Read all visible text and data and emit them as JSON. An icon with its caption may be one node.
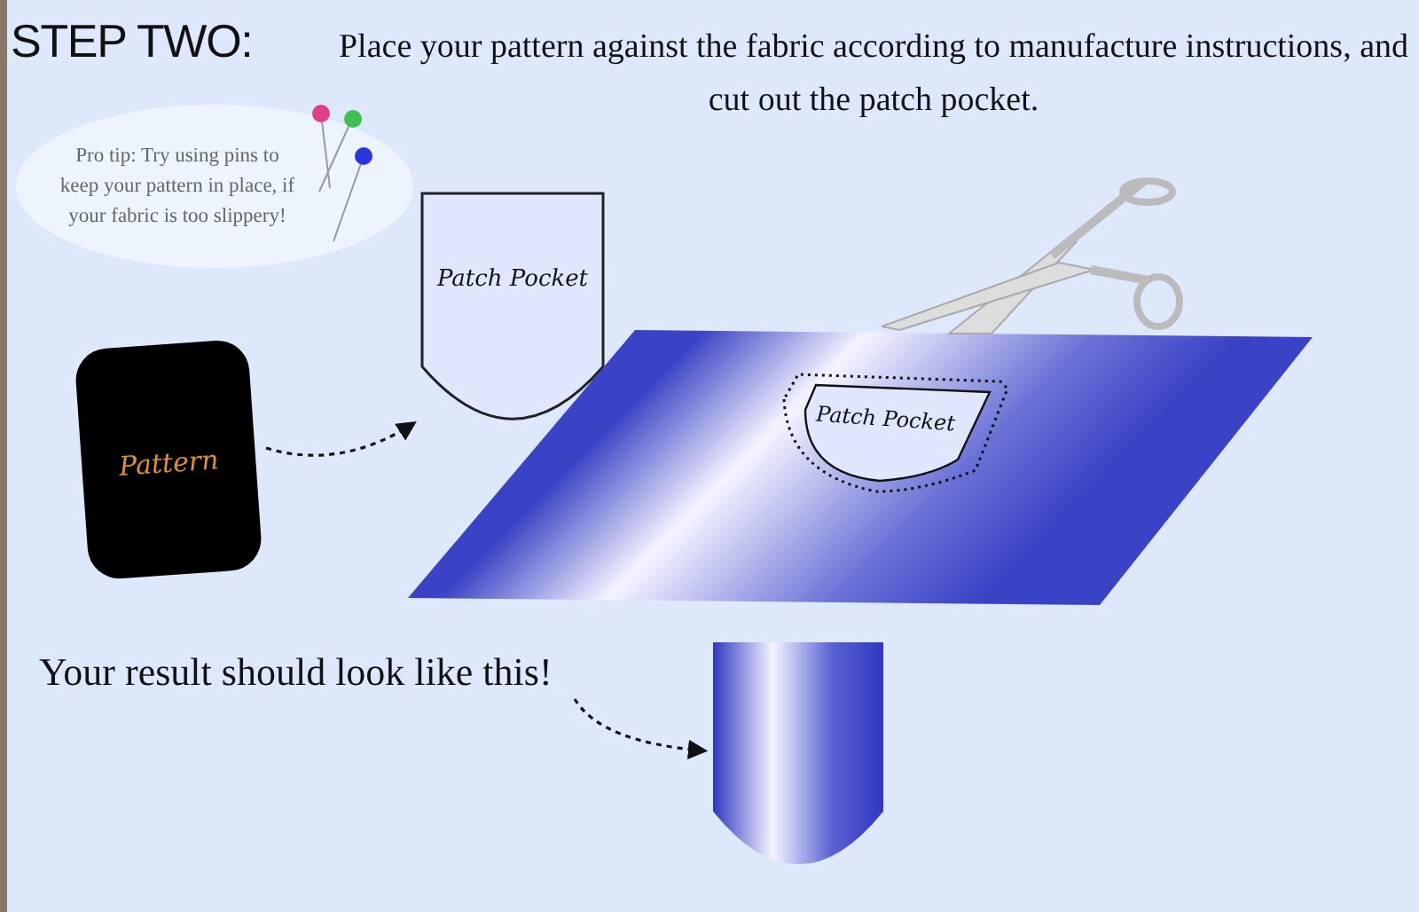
{
  "diagram": {
    "title": "STEP TWO:",
    "nodes": [
      {
        "text": [
          "Pattern"
        ]
      },
      {
        "text": [
          "Patch Pocket"
        ]
      },
      {
        "text": [],
        "shape": "parallelogram"
      },
      {
        "text": [
          "Patch Pocket"
        ],
        "in": 2
      },
      {
        "text": [
          "Pro tip: Try using pins to keep your pattern in place, if your fabric is too slippery!"
        ]
      },
      {
        "text": [
          "Your result should look like this!"
        ]
      },
      {
        "text": [],
        "shape": "box"
      }
    ],
    "edges": [
      {
        "from": 0,
        "to": 1,
        "arrow": "to",
        "style": "dashed"
      },
      {
        "from": 5,
        "to": 6,
        "arrow": "to",
        "style": "dashed"
      }
    ],
    "labels": [
      "Place your pattern against the fabric according to manufacture instructions, and cut out the patch pocket."
    ]
  }
}
